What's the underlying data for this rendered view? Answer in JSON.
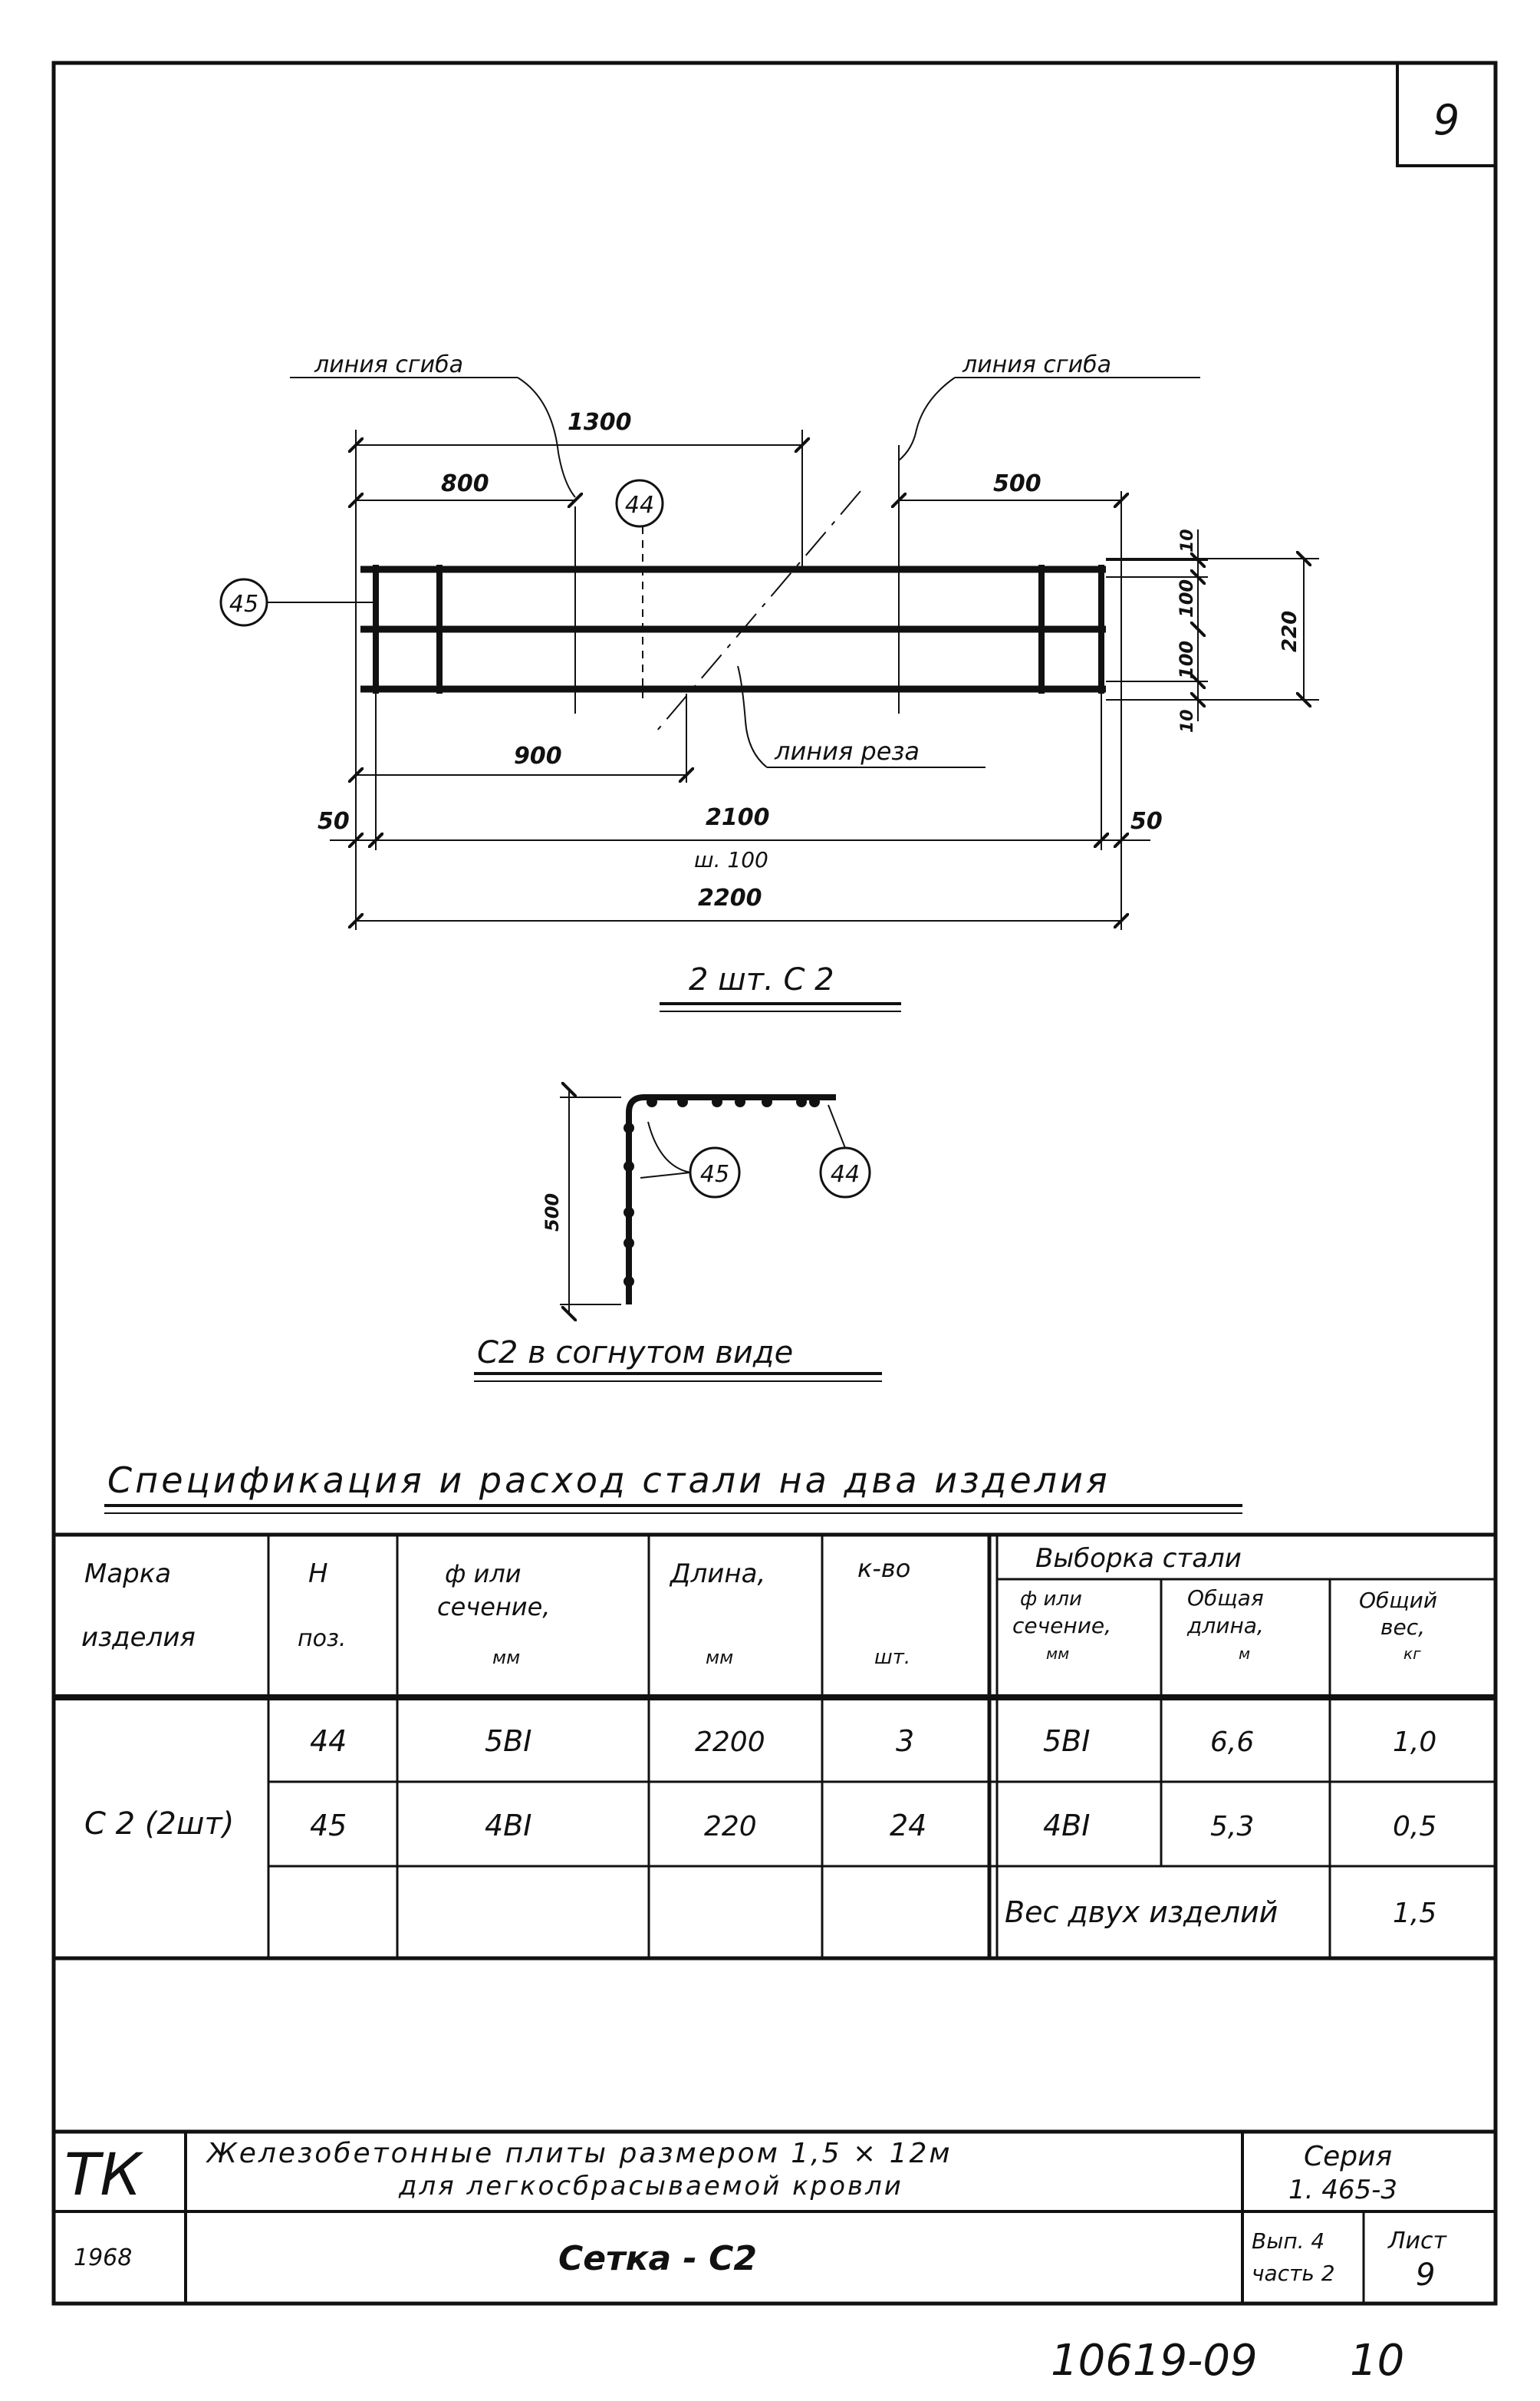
{
  "page_number": "9",
  "mesh_plan": {
    "bend_line_left": "линия сгиба",
    "bend_line_right": "линия сгиба",
    "cut_line": "линия реза",
    "dim_1300": "1300",
    "dim_800": "800",
    "dim_500": "500",
    "dim_900": "900",
    "dim_50_left": "50",
    "dim_50_right": "50",
    "dim_2100": "2100",
    "dim_step": "ш. 100",
    "dim_2200": "2200",
    "dim_10_top": "10",
    "dim_100_a": "100",
    "dim_100_b": "100",
    "dim_10_bottom": "10",
    "dim_220": "220",
    "pos_44": "44",
    "pos_45": "45",
    "caption": "2 шт. С 2"
  },
  "bent_view": {
    "dim_500": "500",
    "pos_45": "45",
    "pos_44": "44",
    "caption": "С2 в согнутом виде"
  },
  "spec": {
    "title": "Спецификация и расход стали на два изделия",
    "headers": {
      "mark_1": "Марка",
      "mark_2": "изделия",
      "pos_1": "Н",
      "pos_2": "поз.",
      "diam_1": "ф или",
      "diam_2": "сечение,",
      "diam_3": "мм",
      "len_1": "Длина,",
      "len_2": "мм",
      "qty_1": "к-во",
      "qty_2": "шт.",
      "selection": "Выборка стали",
      "sel_diam_1": "ф или",
      "sel_diam_2": "сечение,",
      "sel_diam_3": "мм",
      "sel_len_1": "Общая",
      "sel_len_2": "длина,",
      "sel_len_3": "м",
      "sel_weight_1": "Общий",
      "sel_weight_2": "вес,",
      "sel_weight_3": "кг"
    },
    "mark": "С 2 (2шт)",
    "rows": [
      {
        "pos": "44",
        "diam": "5ВI",
        "length": "2200",
        "qty": "3",
        "sel_diam": "5ВI",
        "sel_length": "6,6",
        "sel_weight": "1,0"
      },
      {
        "pos": "45",
        "diam": "4ВI",
        "length": "220",
        "qty": "24",
        "sel_diam": "4ВI",
        "sel_length": "5,3",
        "sel_weight": "0,5"
      }
    ],
    "total_label": "Вес двух изделий",
    "total_value": "1,5"
  },
  "title_block": {
    "org": "ТК",
    "project_line_1": "Железобетонные плиты размером 1,5 × 12м",
    "project_line_2": "для легкосбрасываемой кровли",
    "series_label": "Серия",
    "series_value": "1. 465-3",
    "year": "1968",
    "sheet_name": "Сетка - С2",
    "issue_1": "Вып. 4",
    "issue_2": "часть 2",
    "sheet_label": "Лист",
    "sheet_value": "9"
  },
  "footer_codes": {
    "archive": "10619-09",
    "page": "10"
  }
}
